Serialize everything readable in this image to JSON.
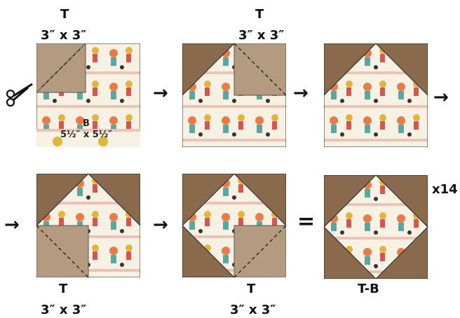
{
  "labels": {
    "t_step1": "T",
    "size_step1": "3″ x 3″",
    "t_step2": "T",
    "size_step2": "3″ x 3″",
    "t_step4": "T",
    "size_step4": "3″ x 3″",
    "t_step5": "T",
    "size_step5": "3″ x 3″",
    "result_label": "T-B",
    "quantity": "x14"
  },
  "block1": {
    "piece_label": "B",
    "piece_size": "5½″ x 5½″"
  },
  "symbols": {
    "arrow": "→",
    "equals": "="
  },
  "icons": [
    "scissors-icon",
    "arrow-icon",
    "equals-icon"
  ],
  "colors": {
    "brown_fabric": "#8a6a4c",
    "light_fabric": "#b49a7e",
    "print_background": "#f7f1e4",
    "stripe": "#eac3b4",
    "outline": "#222222"
  }
}
